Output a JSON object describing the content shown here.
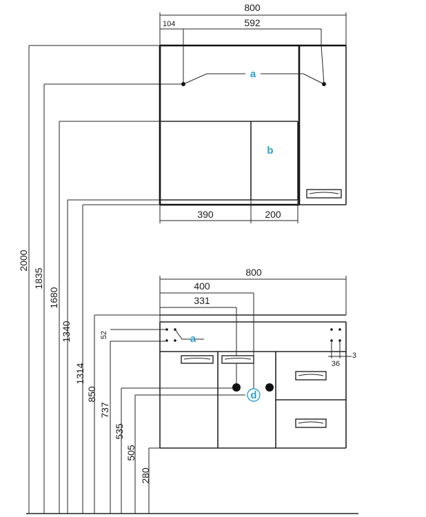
{
  "colors": {
    "line": "#222222",
    "callout": "#2a9fd0",
    "background": "#ffffff"
  },
  "upper": {
    "total_width": "800",
    "offset_left": "104",
    "hook_spacing": "592",
    "callout_a": "a",
    "callout_b": "b",
    "width_left": "390",
    "width_right": "200"
  },
  "lower": {
    "total_width": "800",
    "drain_center": "400",
    "inlet_offset": "331",
    "hook_height": "52",
    "callout_a": "a",
    "callout_d": "d",
    "bracket_width": "36",
    "bracket_gap": "3"
  },
  "heights": [
    "2000",
    "1835",
    "1680",
    "1340",
    "1314",
    "850",
    "737",
    "535",
    "505",
    "280"
  ]
}
